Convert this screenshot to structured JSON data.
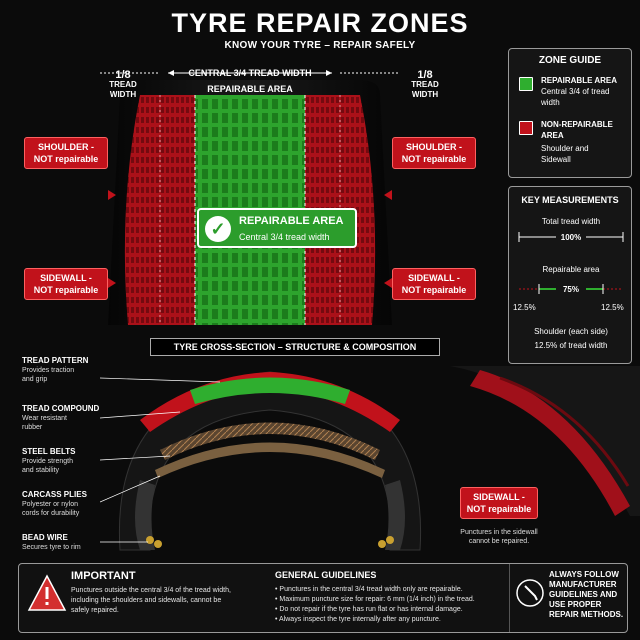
{
  "title": "TYRE REPAIR ZONES",
  "subtitle": "KNOW YOUR TYRE – REPAIR SAFELY",
  "top_dimensions": {
    "left_fraction": "1/8",
    "left_label": "TREAD WIDTH",
    "center_label": "CENTRAL 3/4 TREAD WIDTH",
    "center_sub": "REPAIRABLE AREA",
    "right_fraction": "1/8",
    "right_label": "TREAD WIDTH"
  },
  "callouts": {
    "shoulder_left": [
      "SHOULDER -",
      "NOT repairable"
    ],
    "shoulder_right": [
      "SHOULDER -",
      "NOT repairable"
    ],
    "sidewall_left": [
      "SIDEWALL -",
      "NOT repairable"
    ],
    "sidewall_right": [
      "SIDEWALL -",
      "NOT repairable"
    ],
    "repairable_title": "REPAIRABLE AREA",
    "repairable_sub": "Central 3/4 tread width"
  },
  "zone_guide": {
    "title": "ZONE GUIDE",
    "items": [
      {
        "title": "REPAIRABLE AREA",
        "desc": [
          "Central 3/4 of tread",
          "width"
        ],
        "color": "#2fae2f"
      },
      {
        "title": "NON-REPAIRABLE",
        "title2": "AREA",
        "desc": [
          "Shoulder and",
          "Sidewall"
        ],
        "color": "#c1121b"
      }
    ]
  },
  "key_measurements": {
    "title": "KEY MEASUREMENTS",
    "total_label": "Total tread width",
    "total_value": "100%",
    "repairable_label": "Repairable area",
    "repairable_value": "75%",
    "shoulder_left_value": "12.5%",
    "shoulder_right_value": "12.5%",
    "shoulder_label": "Shoulder (each side)",
    "shoulder_sub": "12.5% of tread width"
  },
  "cross_section": {
    "heading": "TYRE CROSS-SECTION – STRUCTURE & COMPOSITION",
    "layers": [
      {
        "name": "TREAD PATTERN",
        "desc": [
          "Provides traction",
          "and grip"
        ]
      },
      {
        "name": "TREAD COMPOUND",
        "desc": [
          "Wear resistant",
          "rubber"
        ]
      },
      {
        "name": "STEEL BELTS",
        "desc": [
          "Provide strength",
          "and stability"
        ]
      },
      {
        "name": "CARCASS PLIES",
        "desc": [
          "Polyester or nylon",
          "cords for durability"
        ]
      },
      {
        "name": "BEAD WIRE",
        "desc": [
          "Secures tyre to rim"
        ]
      }
    ]
  },
  "sidewall_detail": {
    "title": "SIDEWALL -",
    "sub": "NOT repairable",
    "note": [
      "Punctures in the sidewall",
      "cannot be repaired."
    ]
  },
  "important": {
    "title": "IMPORTANT",
    "text": [
      "Punctures outside the central 3/4 of the tread width,",
      "including the shoulders and sidewalls, cannot be",
      "safely repaired."
    ]
  },
  "general_guidelines": {
    "title": "GENERAL GUIDELINES",
    "items": [
      "Punctures in the central 3/4 tread width only are repairable.",
      "Maximum puncture size for repair: 6 mm (1/4 inch) in the tread.",
      "Do not repair if the tyre has run flat or has internal damage.",
      "Always inspect the tyre internally after any puncture."
    ]
  },
  "follow": {
    "lines": [
      "ALWAYS FOLLOW",
      "MANUFACTURER",
      "GUIDELINES AND",
      "USE PROPER",
      "REPAIR METHODS."
    ]
  },
  "colors": {
    "repairable_green": "#2fae2f",
    "non_repairable_red": "#c1121b",
    "background": "#0b0b0b"
  }
}
